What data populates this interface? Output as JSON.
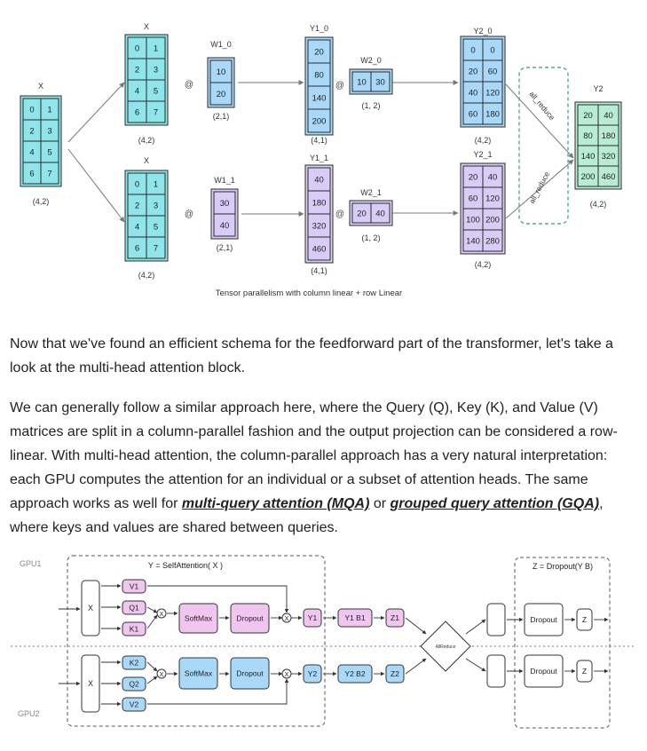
{
  "colors": {
    "cyan": "#8fe5ea",
    "blue": "#a9d8f8",
    "purple": "#d9cdf7",
    "pink": "#f0c6f0",
    "green": "#b9ecd4",
    "arrow": "#777777",
    "stroke": "#2b2b2b",
    "dashed_green": "#4fae84"
  },
  "diagram1": {
    "caption": "Tensor parallelism with column linear + row Linear",
    "op_at": "@",
    "x_input": {
      "label": "X",
      "cells": [
        [
          "0",
          "1"
        ],
        [
          "2",
          "3"
        ],
        [
          "4",
          "5"
        ],
        [
          "6",
          "7"
        ]
      ],
      "shape": "(4,2)"
    },
    "x_top": {
      "label": "X",
      "cells": [
        [
          "0",
          "1"
        ],
        [
          "2",
          "3"
        ],
        [
          "4",
          "5"
        ],
        [
          "6",
          "7"
        ]
      ],
      "shape": "(4,2)"
    },
    "x_bot": {
      "label": "X",
      "cells": [
        [
          "0",
          "1"
        ],
        [
          "2",
          "3"
        ],
        [
          "4",
          "5"
        ],
        [
          "6",
          "7"
        ]
      ],
      "shape": "(4,2)"
    },
    "w1_0": {
      "label": "W1_0",
      "cells": [
        [
          "10"
        ],
        [
          "20"
        ]
      ],
      "shape": "(2,1)"
    },
    "w1_1": {
      "label": "W1_1",
      "cells": [
        [
          "30"
        ],
        [
          "40"
        ]
      ],
      "shape": "(2,1)"
    },
    "y1_0": {
      "label": "Y1_0",
      "cells": [
        [
          "20"
        ],
        [
          "80"
        ],
        [
          "140"
        ],
        [
          "200"
        ]
      ],
      "shape": "(4,1)"
    },
    "y1_1": {
      "label": "Y1_1",
      "cells": [
        [
          "40"
        ],
        [
          "180"
        ],
        [
          "320"
        ],
        [
          "460"
        ]
      ],
      "shape": "(4,1)"
    },
    "w2_0": {
      "label": "W2_0",
      "cells": [
        [
          "10",
          "30"
        ]
      ],
      "shape": "(1, 2)"
    },
    "w2_1": {
      "label": "W2_1",
      "cells": [
        [
          "20",
          "40"
        ]
      ],
      "shape": "(1, 2)"
    },
    "y2_0": {
      "label": "Y2_0",
      "cells": [
        [
          "0",
          "0"
        ],
        [
          "20",
          "60"
        ],
        [
          "40",
          "120"
        ],
        [
          "60",
          "180"
        ]
      ],
      "shape": "(4,2)"
    },
    "y2_1": {
      "label": "Y2_1",
      "cells": [
        [
          "20",
          "40"
        ],
        [
          "60",
          "120"
        ],
        [
          "100",
          "200"
        ],
        [
          "140",
          "280"
        ]
      ],
      "shape": "(4,2)"
    },
    "y2": {
      "label": "Y2",
      "cells": [
        [
          "20",
          "40"
        ],
        [
          "80",
          "180"
        ],
        [
          "140",
          "320"
        ],
        [
          "200",
          "460"
        ]
      ],
      "shape": "(4,2)"
    },
    "all_reduce_top": "all_reduce",
    "all_reduce_bot": "all_reduce"
  },
  "paragraph1": "Now that we've found an efficient schema for the feedforward part of the transformer, let's take a look at the multi-head attention block.",
  "paragraph2": {
    "text_a": "We can generally follow a similar approach here, where the Query (Q), Key (K), and Value (V) matrices are split in a column-parallel fashion and the output projection can be considered a row-linear. With multi-head attention, the column-parallel approach has a very natural interpretation: each GPU computes the attention for an individual or a subset of attention heads. The same approach works as well for ",
    "link_mqa": "multi-query attention (MQA)",
    "text_b": " or ",
    "link_gqa": "grouped query attention (GQA)",
    "text_c": ", where keys and values are shared between queries."
  },
  "diagram2": {
    "gpu1": "GPU1",
    "gpu2": "GPU2",
    "title_attn": "Y = SelfAttention( X )",
    "title_dropout": "Z = Dropout(Y B)",
    "x": "X",
    "top": {
      "v": "V1",
      "q": "Q1",
      "k": "K1",
      "softmax": "SoftMax",
      "dropout": "Dropout",
      "y": "Y1",
      "yb": "Y1 B1",
      "z": "Z1",
      "dropout2": "Dropout",
      "zout": "Z"
    },
    "bot": {
      "k": "K2",
      "q": "Q2",
      "v": "V2",
      "softmax": "SoftMax",
      "dropout": "Dropout",
      "y": "Y2",
      "yb": "Y2 B2",
      "z": "Z2",
      "dropout2": "Dropout",
      "zout": "Z"
    },
    "allreduce": "AllReduce",
    "mult": "X"
  }
}
